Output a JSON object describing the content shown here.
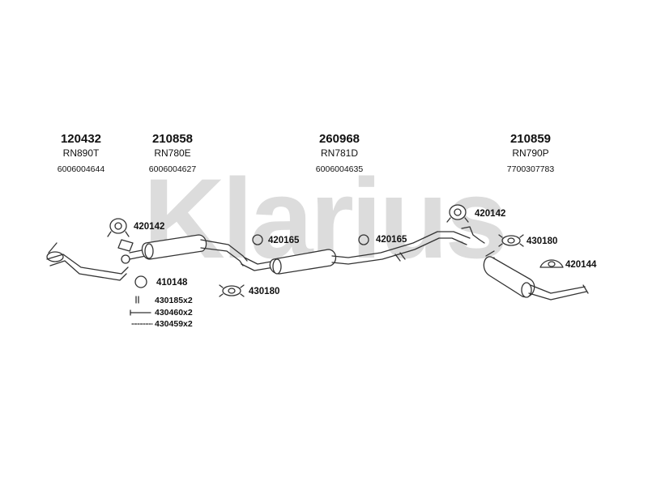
{
  "watermark": "Klarius",
  "groups": [
    {
      "part_number": "120432",
      "code": "RN890T",
      "oe_number": "6006004644"
    },
    {
      "part_number": "210858",
      "code": "RN780E",
      "oe_number": "6006004627"
    },
    {
      "part_number": "260968",
      "code": "RN781D",
      "oe_number": "6006004635"
    },
    {
      "part_number": "210859",
      "code": "RN790P",
      "oe_number": "7700307783"
    }
  ],
  "fittings": [
    "420142",
    "420142",
    "420165",
    "420165",
    "410148",
    "430180",
    "430180",
    "420144",
    "430185x2",
    "430460x2",
    "430459x2"
  ],
  "colors": {
    "watermark": "#d9d9d9",
    "line": "#333333",
    "text": "#111111"
  }
}
